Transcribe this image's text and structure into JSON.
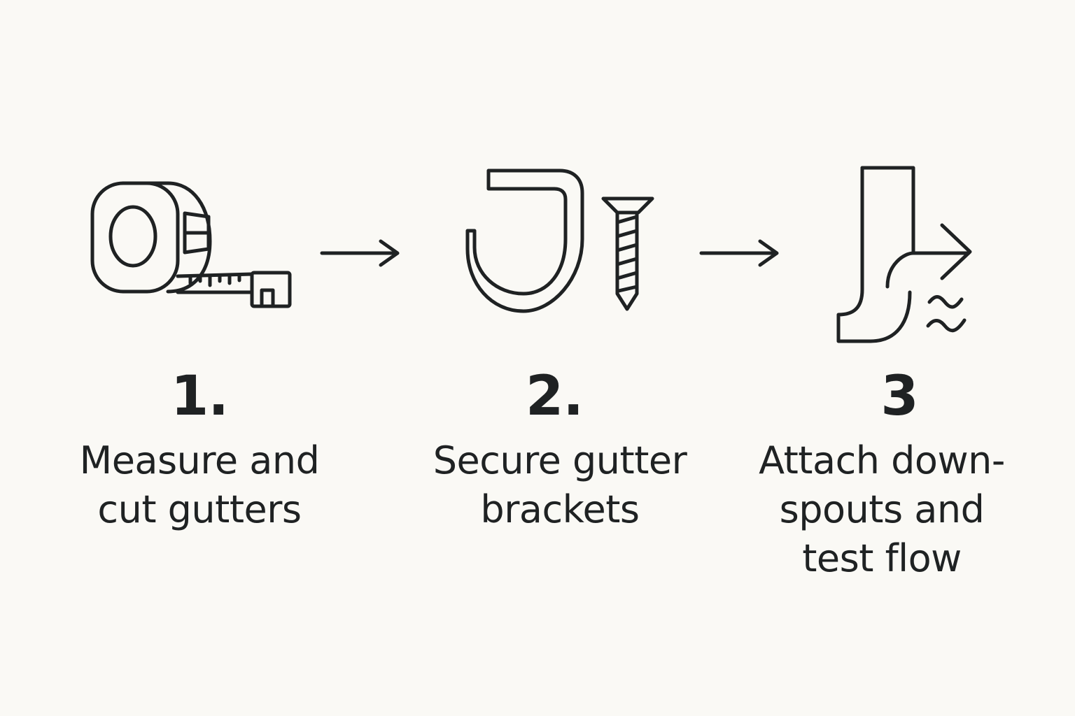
{
  "colors": {
    "background": "#faf9f5",
    "ink": "#1f2223"
  },
  "steps": [
    {
      "number": "1.",
      "label": "Measure and\ncut gutters",
      "icon": "tape-measure-icon"
    },
    {
      "number": "2.",
      "label": "Secure gutter\nbrackets",
      "icon": "bracket-and-screw-icon"
    },
    {
      "number": "3",
      "label": "Attach down-\nspouts and\ntest flow",
      "icon": "downspout-flow-icon"
    }
  ],
  "connectors": [
    "arrow-right-icon",
    "arrow-right-icon"
  ]
}
